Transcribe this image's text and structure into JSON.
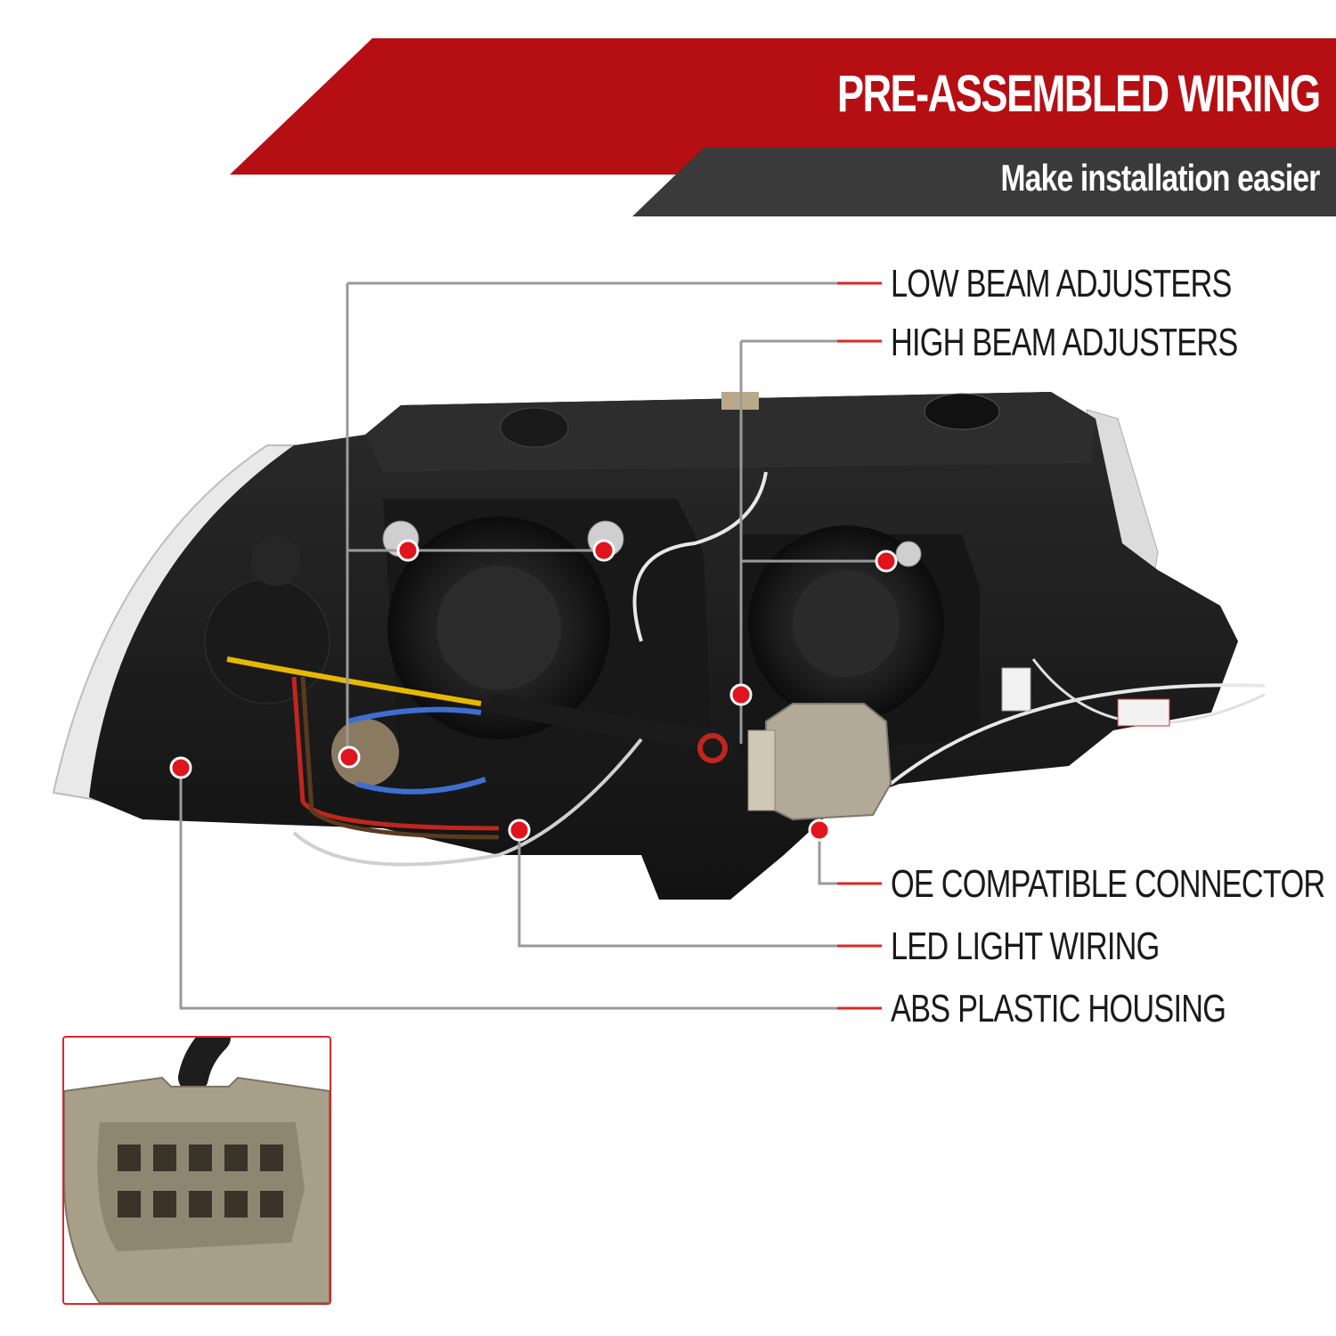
{
  "header": {
    "title": "PRE-ASSEMBLED WIRING",
    "subtitle": "Make installation easier"
  },
  "callouts": [
    {
      "id": "low-beam-adjusters",
      "label": "LOW BEAM ADJUSTERS"
    },
    {
      "id": "high-beam-adjusters",
      "label": "HIGH BEAM ADJUSTERS"
    },
    {
      "id": "oe-compatible-connector",
      "label": "OE COMPATIBLE CONNECTOR"
    },
    {
      "id": "led-light-wiring",
      "label": "LED LIGHT WIRING"
    },
    {
      "id": "abs-plastic-housing",
      "label": "ABS PLASTIC HOUSING"
    }
  ],
  "colors": {
    "banner_red": "#b50f14",
    "banner_dark": "#3a3a3a",
    "callout_line": "#9a9a9a",
    "callout_accent": "#d8282a",
    "marker": "#e0141c"
  },
  "icons": [
    "headlight-photo",
    "connector-closeup-photo"
  ]
}
